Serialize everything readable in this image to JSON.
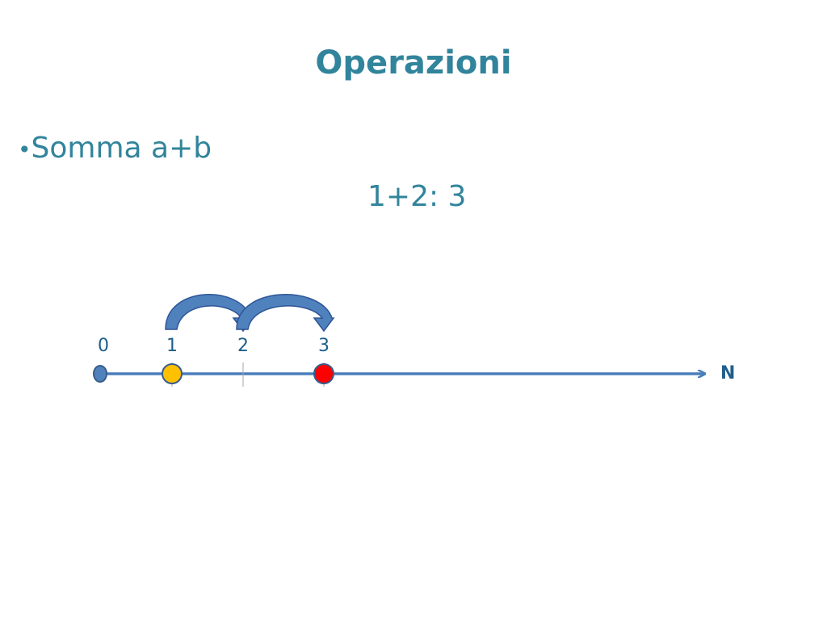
{
  "slide": {
    "title": "Operazioni",
    "bullet_marker": "•",
    "bullet_text": "Somma a+b",
    "equation": "1+2: 3"
  },
  "number_line": {
    "axis_name": "N",
    "ticks": [
      {
        "value": 0,
        "label": "0"
      },
      {
        "value": 1,
        "label": "1"
      },
      {
        "value": 2,
        "label": "2"
      },
      {
        "value": 3,
        "label": "3"
      }
    ],
    "start_value": 1,
    "result_value": 3,
    "jumps": [
      {
        "from": 1,
        "to": 2
      },
      {
        "from": 2,
        "to": 3
      }
    ]
  },
  "colors": {
    "text": "#31849B",
    "axis": "#4A7EBB",
    "origin_point": "#4F81BD",
    "start_point": "#FFC000",
    "result_point": "#FF0000",
    "arrow_fill": "#4F81BD",
    "arrow_stroke": "#2F5597"
  }
}
